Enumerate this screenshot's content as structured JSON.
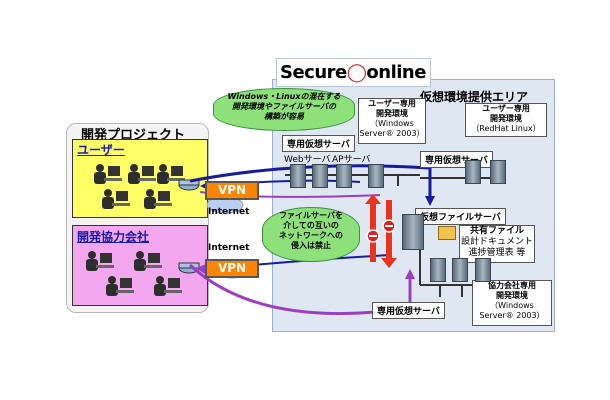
{
  "left": {
    "title": "開発プロジェクト",
    "user_group": "ユーザー",
    "partner_group": "開発協力会社"
  },
  "brand": {
    "text": "Secure",
    "text2": "online"
  },
  "area_title": "仮想環境提供エリア",
  "callouts": {
    "windows_linux": [
      "Windows・Linuxの混在する",
      "開発環境やファイルサーバの",
      "構築が容易"
    ],
    "file_server": [
      "ファイルサーバを",
      "介しての互いの",
      "ネットワークへの",
      "侵入は禁止"
    ]
  },
  "env_boxes": {
    "user_win": [
      "ユーザー専用",
      "開発環境",
      "（Windows",
      "Server® 2003）"
    ],
    "user_linux": [
      "ユーザー専用",
      "開発環境",
      "（RedHat Linux）"
    ],
    "partner_win": [
      "協力会社専用",
      "開発環境",
      "（Windows",
      "Server® 2003）"
    ],
    "shared_file": [
      "共有ファイル",
      "設計ドキュメント",
      "進捗管理表 等"
    ]
  },
  "servers": {
    "dedicated_left": "専用仮想サーバ",
    "web": "Webサーバ",
    "ap": "APサーバ",
    "dedicated_right": "専用仮想サーバ",
    "virtual_file": "仮想ファイルサーバ",
    "dedicated_bottom": "専用仮想サーバ"
  },
  "network": {
    "vpn_top": "VPN",
    "vpn_bottom": "VPN",
    "internet_top": "Internet",
    "internet_bottom": "Internet"
  },
  "colors": {
    "user_box": "#ffff66",
    "partner_box": "#f2a7ee",
    "vpn": "#ff8400",
    "arrow_blue": "#1a1a9e",
    "arrow_purple": "#9b3fc2",
    "callout_green": "#8ee07b",
    "block_red": "#e8341c"
  }
}
